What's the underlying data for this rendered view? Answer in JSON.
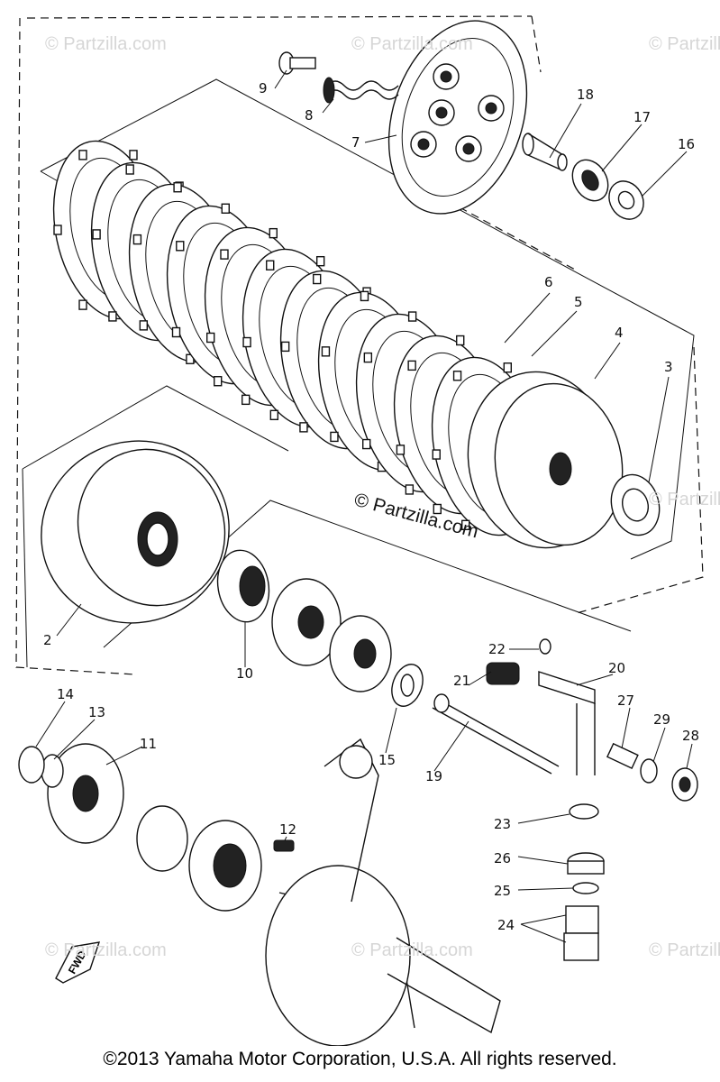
{
  "callouts": [
    "2",
    "3",
    "4",
    "5",
    "6",
    "7",
    "8",
    "9",
    "10",
    "11",
    "12",
    "13",
    "14",
    "15",
    "16",
    "17",
    "18",
    "19",
    "20",
    "21",
    "22",
    "23",
    "24",
    "25",
    "26",
    "27",
    "28",
    "29"
  ],
  "watermark": "© Partzilla.com",
  "center_watermark": "© Partzilla.com",
  "fwd_label": "FWD",
  "copyright": "©2013  Yamaha Motor Corporation, U.S.A. All rights reserved."
}
